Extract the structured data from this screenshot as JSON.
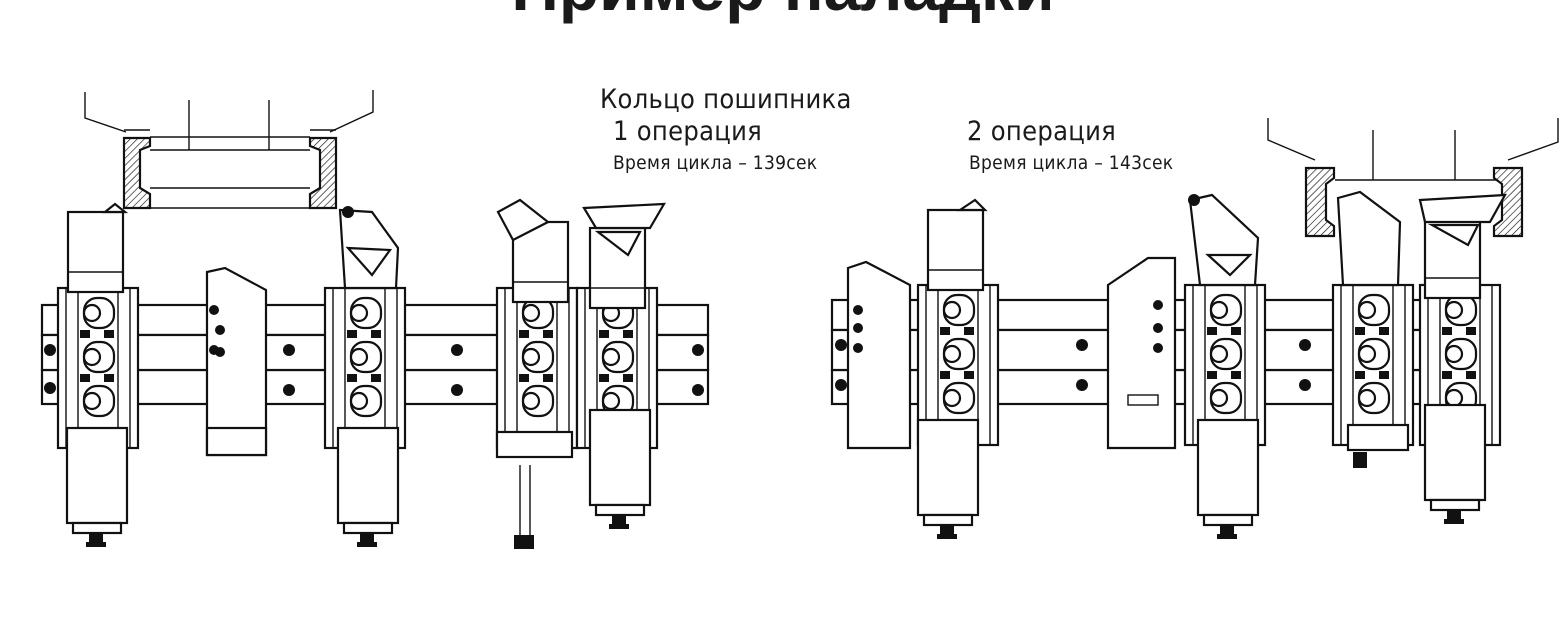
{
  "page": {
    "title": "Пример наладки"
  },
  "part": {
    "name": "Кольцо пошипника"
  },
  "operations": [
    {
      "title": "1 операция",
      "cycle_time": "Время цикла – 139сек"
    },
    {
      "title": "2 операция",
      "cycle_time": "Время цикла – 143сек"
    }
  ],
  "colors": {
    "ink": "#111111",
    "background": "#ffffff"
  },
  "icons": [
    "turret-tool-holder-icon",
    "bearing-ring-workpiece-icon",
    "cutting-tool-icon"
  ]
}
